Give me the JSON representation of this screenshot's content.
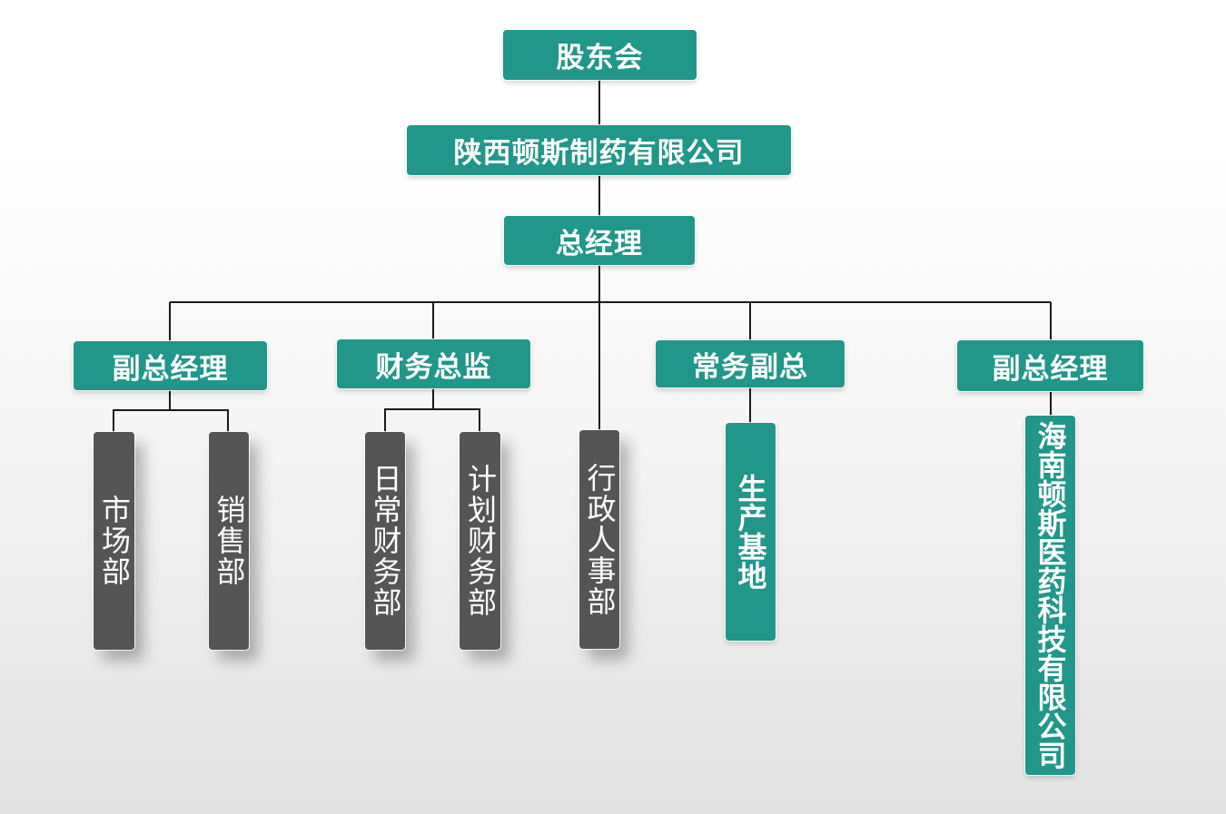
{
  "org": {
    "shareholders": "股东会",
    "company": "陕西顿斯制药有限公司",
    "gm": "总经理",
    "vp_left": "副总经理",
    "cfo": "财务总监",
    "exec_vp": "常务副总",
    "vp_right": "副总经理",
    "market": "市场部",
    "sales": "销售部",
    "daily_finance": "日常财务部",
    "planning_finance": "计划财务部",
    "admin_hr": "行政人事部",
    "production": "生产基地",
    "hainan": "海南顿斯医药科技有限公司"
  },
  "colors": {
    "teal": "#21968a",
    "gray": "#555555",
    "line": "#1a1a1a"
  }
}
